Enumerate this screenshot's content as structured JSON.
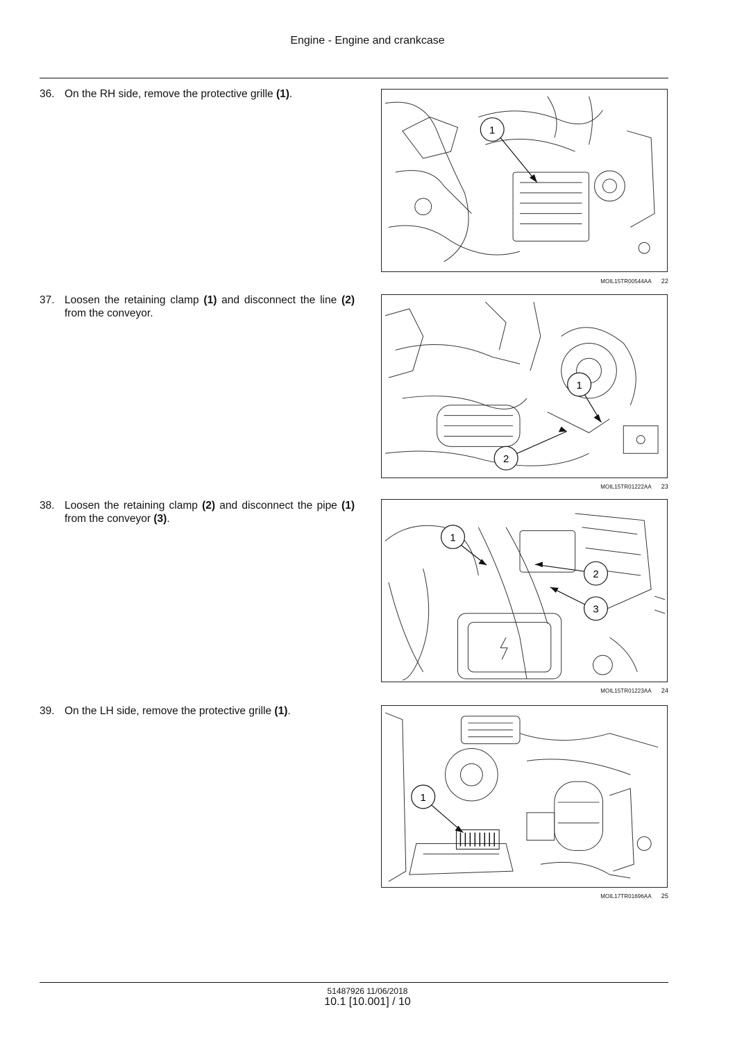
{
  "header": {
    "title": "Engine - Engine and crankcase"
  },
  "steps": [
    {
      "number": "36.",
      "parts": [
        {
          "t": "On the RH side, remove the protective grille ",
          "b": false
        },
        {
          "t": "(1)",
          "b": true
        },
        {
          "t": ".",
          "b": false
        }
      ],
      "figure": {
        "code": "MOIL15TR00544AA",
        "number": "22",
        "callouts": [
          "1"
        ]
      }
    },
    {
      "number": "37.",
      "parts": [
        {
          "t": "Loosen the retaining clamp ",
          "b": false
        },
        {
          "t": "(1)",
          "b": true
        },
        {
          "t": " and disconnect the line ",
          "b": false
        },
        {
          "t": "(2)",
          "b": true
        },
        {
          "t": " from the conveyor.",
          "b": false
        }
      ],
      "figure": {
        "code": "MOIL15TR01222AA",
        "number": "23",
        "callouts": [
          "1",
          "2"
        ]
      }
    },
    {
      "number": "38.",
      "parts": [
        {
          "t": "Loosen the retaining clamp ",
          "b": false
        },
        {
          "t": "(2)",
          "b": true
        },
        {
          "t": " and disconnect the pipe ",
          "b": false
        },
        {
          "t": "(1)",
          "b": true
        },
        {
          "t": " from the conveyor ",
          "b": false
        },
        {
          "t": "(3)",
          "b": true
        },
        {
          "t": ".",
          "b": false
        }
      ],
      "figure": {
        "code": "MOIL15TR01223AA",
        "number": "24",
        "callouts": [
          "1",
          "2",
          "3"
        ]
      }
    },
    {
      "number": "39.",
      "parts": [
        {
          "t": "On the LH side, remove the protective grille ",
          "b": false
        },
        {
          "t": "(1)",
          "b": true
        },
        {
          "t": ".",
          "b": false
        }
      ],
      "figure": {
        "code": "MOIL17TR01696AA",
        "number": "25",
        "callouts": [
          "1"
        ]
      }
    }
  ],
  "footer": {
    "document": "51487926 11/06/2018",
    "page": "10.1 [10.001] / 10"
  }
}
